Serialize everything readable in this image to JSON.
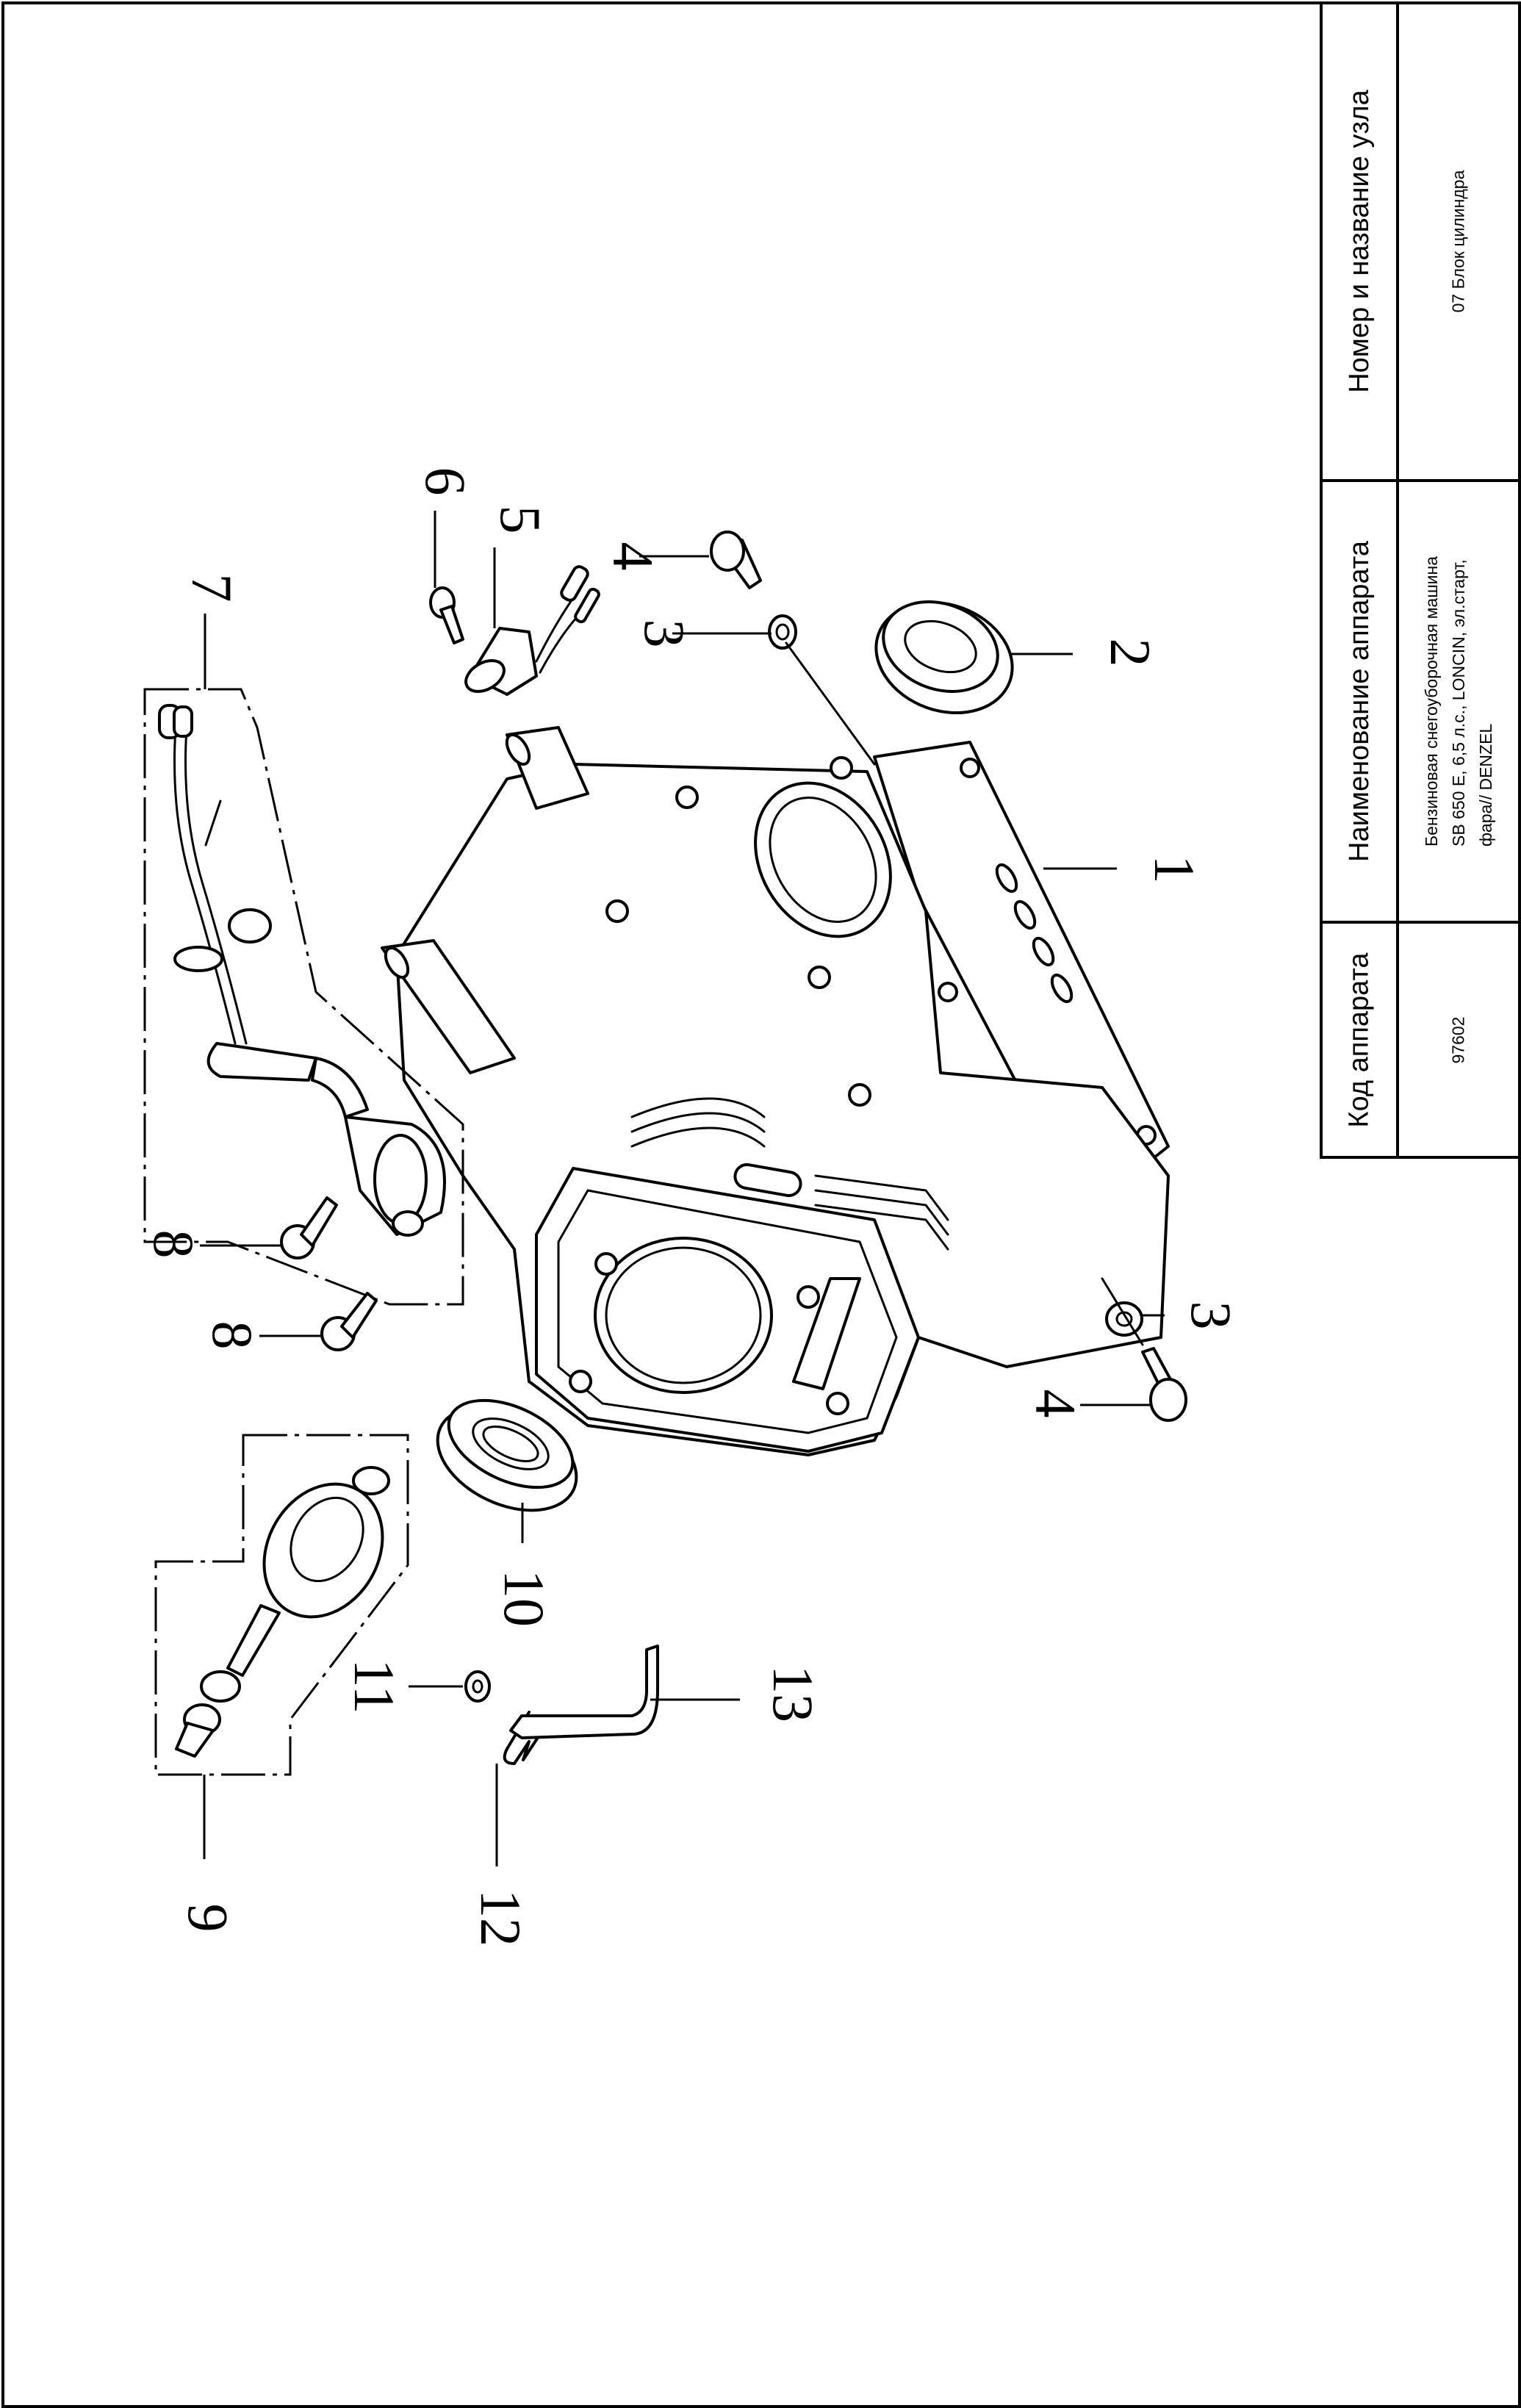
{
  "title_block": {
    "assembly": {
      "header": "Номер и название узла",
      "value": "07 Блок цилиндра"
    },
    "device_name": {
      "header": "Наименование аппарата",
      "value_lines": [
        "Бензиновая снегоуборочная машина",
        "SB 650 E, 6,5 л.с., LONCIN, эл.старт,",
        "фара// DENZEL"
      ]
    },
    "device_code": {
      "header": "Код аппарата",
      "value": "97602"
    }
  },
  "diagram": {
    "callouts": [
      {
        "id": "1",
        "label": "1",
        "part": "cylinder-block"
      },
      {
        "id": "2",
        "label": "2",
        "part": "oil-seal"
      },
      {
        "id": "3a",
        "label": "3",
        "part": "washer"
      },
      {
        "id": "4a",
        "label": "4",
        "part": "flange-bolt"
      },
      {
        "id": "5",
        "label": "5",
        "part": "oil-level-sensor"
      },
      {
        "id": "6",
        "label": "6",
        "part": "sensor-bolt"
      },
      {
        "id": "7",
        "label": "7",
        "part": "breather-hose-assembly"
      },
      {
        "id": "8a",
        "label": "8",
        "part": "bolt"
      },
      {
        "id": "8b",
        "label": "8",
        "part": "bolt"
      },
      {
        "id": "3b",
        "label": "3",
        "part": "washer"
      },
      {
        "id": "4b",
        "label": "4",
        "part": "flange-bolt"
      },
      {
        "id": "9",
        "label": "9",
        "part": "governor-gear-assembly"
      },
      {
        "id": "10",
        "label": "10",
        "part": "ball-bearing"
      },
      {
        "id": "11",
        "label": "11",
        "part": "washer"
      },
      {
        "id": "12",
        "label": "12",
        "part": "clip"
      },
      {
        "id": "13",
        "label": "13",
        "part": "governor-arm-shaft"
      }
    ]
  }
}
